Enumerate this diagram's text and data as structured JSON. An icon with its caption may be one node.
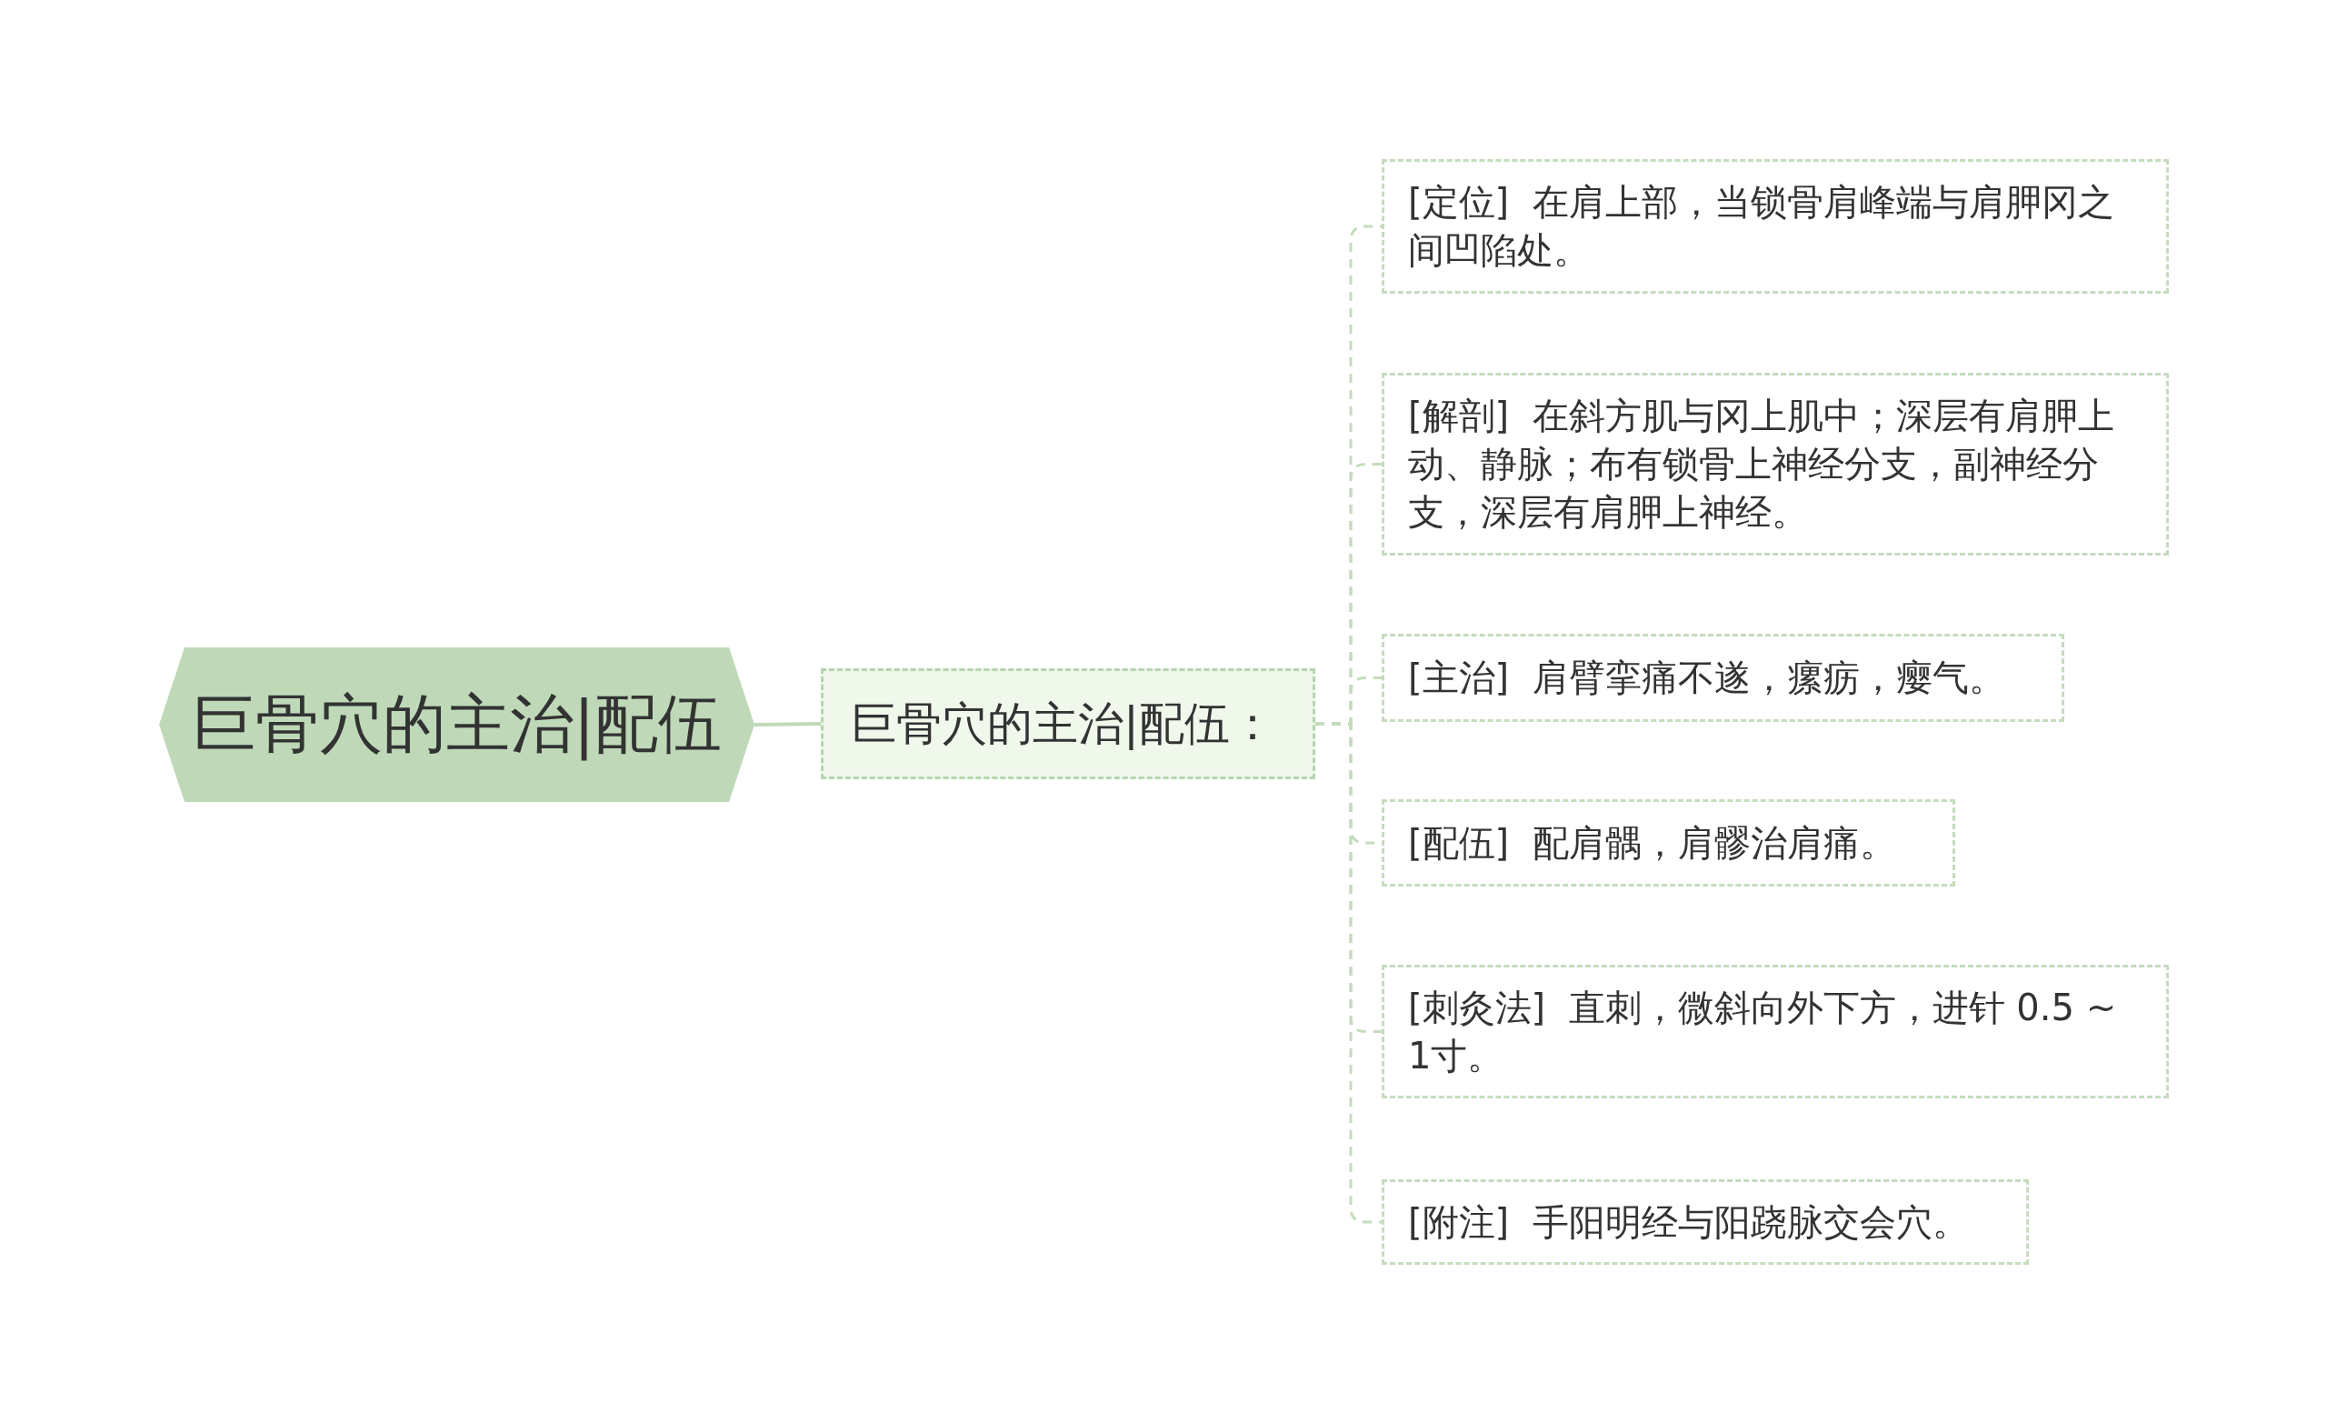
{
  "diagram": {
    "nodes": [
      {
        "text": [
          "巨骨穴的主治|配伍"
        ]
      },
      {
        "text": [
          "巨骨穴的主治|配伍："
        ]
      },
      {
        "text": [
          "[定位]  在肩上部，当锁骨肩峰端与肩胛冈之间凹陷处。"
        ]
      },
      {
        "text": [
          "[解剖]  在斜方肌与冈上肌中；深层有肩胛上动、静脉；布有锁骨上神经分支，副神经分支，深层有肩胛上神经。"
        ]
      },
      {
        "text": [
          "[主治]  肩臂挛痛不遂，瘰疬，瘿气。"
        ]
      },
      {
        "text": [
          "[配伍]  配肩髃，肩髎治肩痛。"
        ]
      },
      {
        "text": [
          "[刺灸法]  直刺，微斜向外下方，进针 0.5 ~ 1寸。"
        ]
      },
      {
        "text": [
          "[附注]  手阳明经与阳跷脉交会穴。"
        ]
      }
    ],
    "edges": [
      {
        "from": 0,
        "to": 1,
        "arrow": "none",
        "color": "#bfd9b8"
      },
      {
        "from": 1,
        "to": 2,
        "arrow": "none",
        "style": "dashed"
      },
      {
        "from": 1,
        "to": 3,
        "arrow": "none",
        "style": "dashed"
      },
      {
        "from": 1,
        "to": 4,
        "arrow": "none",
        "style": "dashed"
      },
      {
        "from": 1,
        "to": 5,
        "arrow": "none",
        "style": "dashed"
      },
      {
        "from": 1,
        "to": 6,
        "arrow": "none",
        "style": "dashed"
      },
      {
        "from": 1,
        "to": 7,
        "arrow": "none",
        "style": "dashed"
      }
    ]
  }
}
